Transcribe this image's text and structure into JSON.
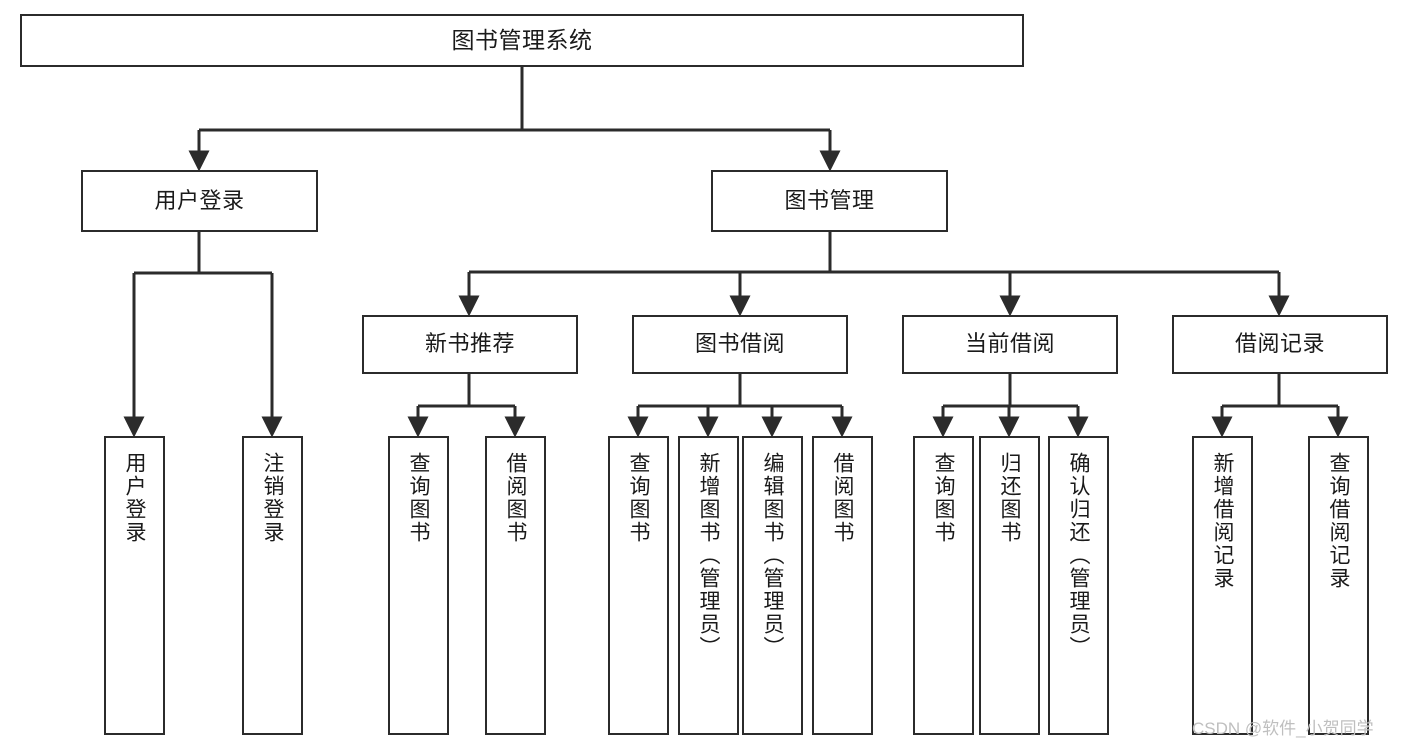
{
  "diagram": {
    "title": "图书管理系统",
    "type": "tree",
    "root": {
      "id": "root",
      "label": "图书管理系统"
    },
    "level1": [
      {
        "id": "user-login",
        "label": "用户登录"
      },
      {
        "id": "book-manage",
        "label": "图书管理"
      }
    ],
    "level2": [
      {
        "id": "new-book-recommend",
        "label": "新书推荐",
        "parent": "book-manage"
      },
      {
        "id": "book-borrow",
        "label": "图书借阅",
        "parent": "book-manage"
      },
      {
        "id": "current-borrow",
        "label": "当前借阅",
        "parent": "book-manage"
      },
      {
        "id": "borrow-record",
        "label": "借阅记录",
        "parent": "book-manage"
      }
    ],
    "leaves": [
      {
        "id": "leaf-user-login",
        "label": "用户登录",
        "parent": "user-login"
      },
      {
        "id": "leaf-logout-login",
        "label": "注销登录",
        "parent": "user-login"
      },
      {
        "id": "leaf-query-book-1",
        "label": "查询图书",
        "parent": "new-book-recommend"
      },
      {
        "id": "leaf-borrow-book-1",
        "label": "借阅图书",
        "parent": "new-book-recommend"
      },
      {
        "id": "leaf-query-book-2",
        "label": "查询图书",
        "parent": "book-borrow"
      },
      {
        "id": "leaf-add-book",
        "label": "新增图书（管理员）",
        "parent": "book-borrow"
      },
      {
        "id": "leaf-edit-book",
        "label": "编辑图书（管理员）",
        "parent": "book-borrow"
      },
      {
        "id": "leaf-borrow-book-2",
        "label": "借阅图书",
        "parent": "book-borrow"
      },
      {
        "id": "leaf-query-book-3",
        "label": "查询图书",
        "parent": "current-borrow"
      },
      {
        "id": "leaf-return-book",
        "label": "归还图书",
        "parent": "current-borrow"
      },
      {
        "id": "leaf-confirm-return",
        "label": "确认归还（管理员）",
        "parent": "current-borrow"
      },
      {
        "id": "leaf-add-record",
        "label": "新增借阅记录",
        "parent": "borrow-record"
      },
      {
        "id": "leaf-query-record",
        "label": "查询借阅记录",
        "parent": "borrow-record"
      }
    ]
  },
  "watermark": {
    "text": "CSDN @软件_小贺同学"
  },
  "colors": {
    "stroke": "#2b2b2b",
    "fill": "#ffffff",
    "text": "#1a1a1a",
    "watermark": "#bfbfbf"
  }
}
